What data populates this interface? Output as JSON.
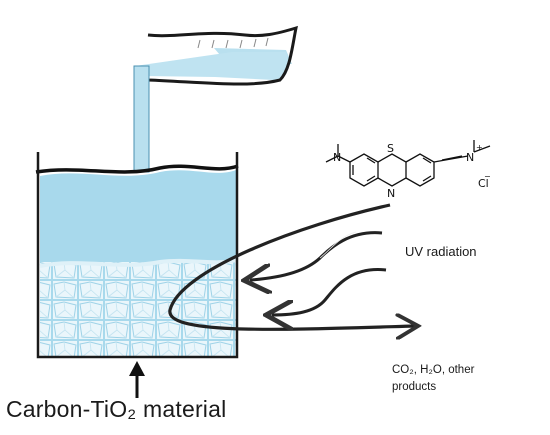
{
  "colors": {
    "solution": "#a8d9ec",
    "solution_light": "#dff1f8",
    "tube": "#b9e0ef",
    "outline": "#1a1a1a",
    "arrow": "#333333"
  },
  "molecule": {
    "atom_s": "S",
    "atom_n": "N",
    "atom_n_plus": "N",
    "plus_sign": "+",
    "counter_ion": "Cl",
    "counter_charge": "−"
  },
  "labels": {
    "uv": "UV radiation",
    "products_line1": "CO₂, H₂O, other",
    "products_line2": "products",
    "material": "Carbon-TiO₂ material"
  },
  "icons": {
    "pouring_flask": "flask-icon",
    "beaker": "beaker-icon",
    "uv_rays": "wavy-arrow-icon",
    "support_arrow": "up-arrow-icon"
  }
}
